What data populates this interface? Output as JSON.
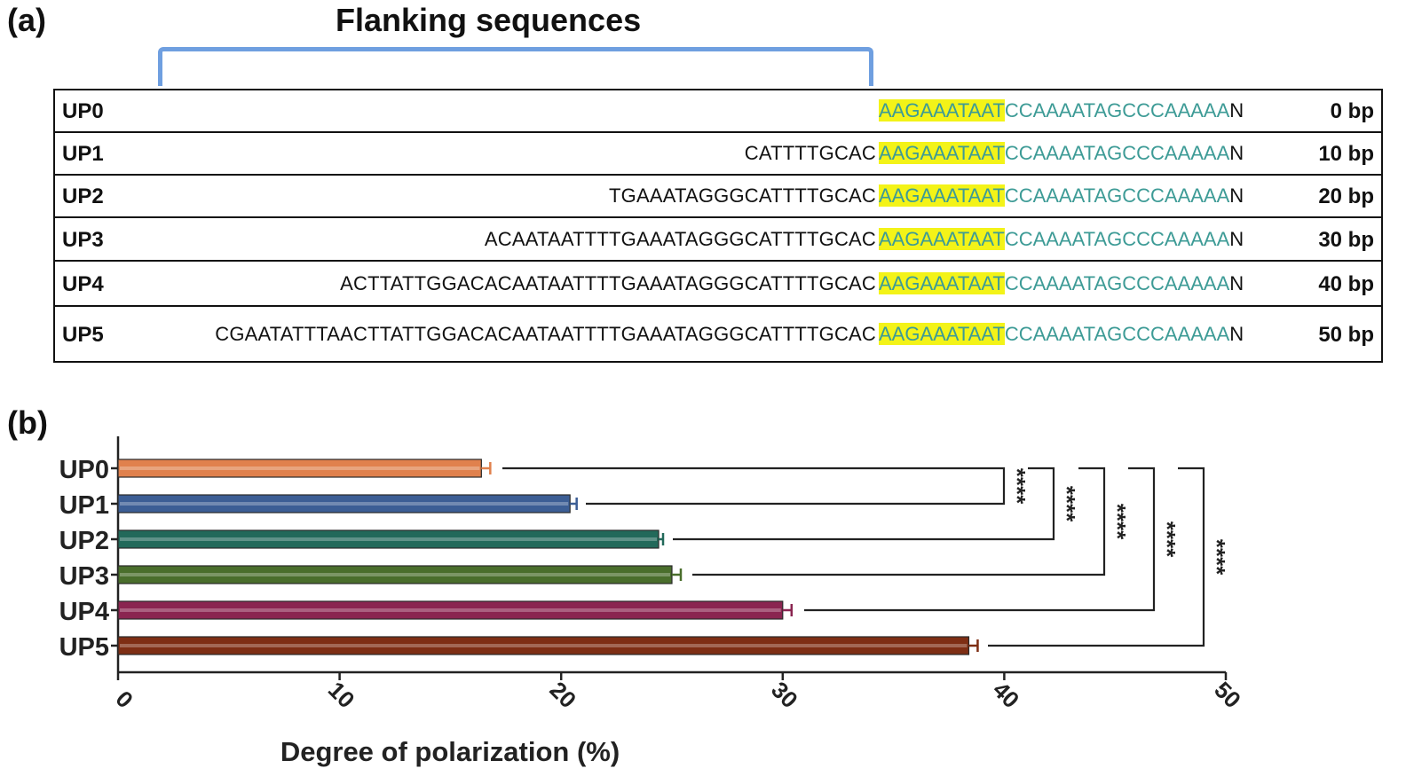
{
  "panel_a": {
    "label": "(a)",
    "title": "Flanking sequences",
    "rows": [
      {
        "name": "UP0",
        "flank": "",
        "highlight": "AAGAAATAAT",
        "tail": "CCAAAATAGCCCAAAAA",
        "end": "N",
        "length": "0 bp"
      },
      {
        "name": "UP1",
        "flank": "CATTTTGCAC",
        "highlight": "AAGAAATAAT",
        "tail": "CCAAAATAGCCCAAAAA",
        "end": "N",
        "length": "10 bp"
      },
      {
        "name": "UP2",
        "flank": "TGAAATAGGGCATTTTGCAC",
        "highlight": "AAGAAATAAT",
        "tail": "CCAAAATAGCCCAAAAA",
        "end": "N",
        "length": "20 bp"
      },
      {
        "name": "UP3",
        "flank": "ACAATAATTTTGAAATAGGGCATTTTGCAC",
        "highlight": "AAGAAATAAT",
        "tail": "CCAAAATAGCCCAAAAA",
        "end": "N",
        "length": "30 bp"
      },
      {
        "name": "UP4",
        "flank": "ACTTATTGGACACAATAATTTTGAAATAGGGCATTTTGCAC",
        "highlight": "AAGAAATAAT",
        "tail": "CCAAAATAGCCCAAAAA",
        "end": "N",
        "length": "40 bp"
      },
      {
        "name": "UP5",
        "flank": "CGAATATTTAACTTATTGGACACAATAATTTTGAAATAGGGCATTTTGCAC",
        "highlight": "AAGAAATAAT",
        "tail": "CCAAAATAGCCCAAAAA",
        "end": "N",
        "length": "50 bp"
      }
    ]
  },
  "panel_b": {
    "label": "(b)"
  },
  "chart_data": {
    "type": "bar",
    "orientation": "horizontal",
    "categories": [
      "UP0",
      "UP1",
      "UP2",
      "UP3",
      "UP4",
      "UP5"
    ],
    "values": [
      16.4,
      20.4,
      24.4,
      25.0,
      30.0,
      38.4
    ],
    "errors": [
      0.4,
      0.3,
      0.2,
      0.4,
      0.4,
      0.4
    ],
    "colors": [
      "#e0814d",
      "#3c5e95",
      "#22695a",
      "#4a6e2c",
      "#8a2550",
      "#7e2e14"
    ],
    "xlabel": "Degree of polarization (%)",
    "ylabel": "",
    "xlim": [
      0,
      50
    ],
    "xticks": [
      0,
      10,
      20,
      30,
      40,
      50
    ],
    "grid": false,
    "significance": [
      {
        "from": "UP0",
        "to": "UP1",
        "label": "****"
      },
      {
        "from": "UP0",
        "to": "UP2",
        "label": "****"
      },
      {
        "from": "UP0",
        "to": "UP3",
        "label": "****"
      },
      {
        "from": "UP0",
        "to": "UP4",
        "label": "****"
      },
      {
        "from": "UP0",
        "to": "UP5",
        "label": "****"
      }
    ]
  }
}
